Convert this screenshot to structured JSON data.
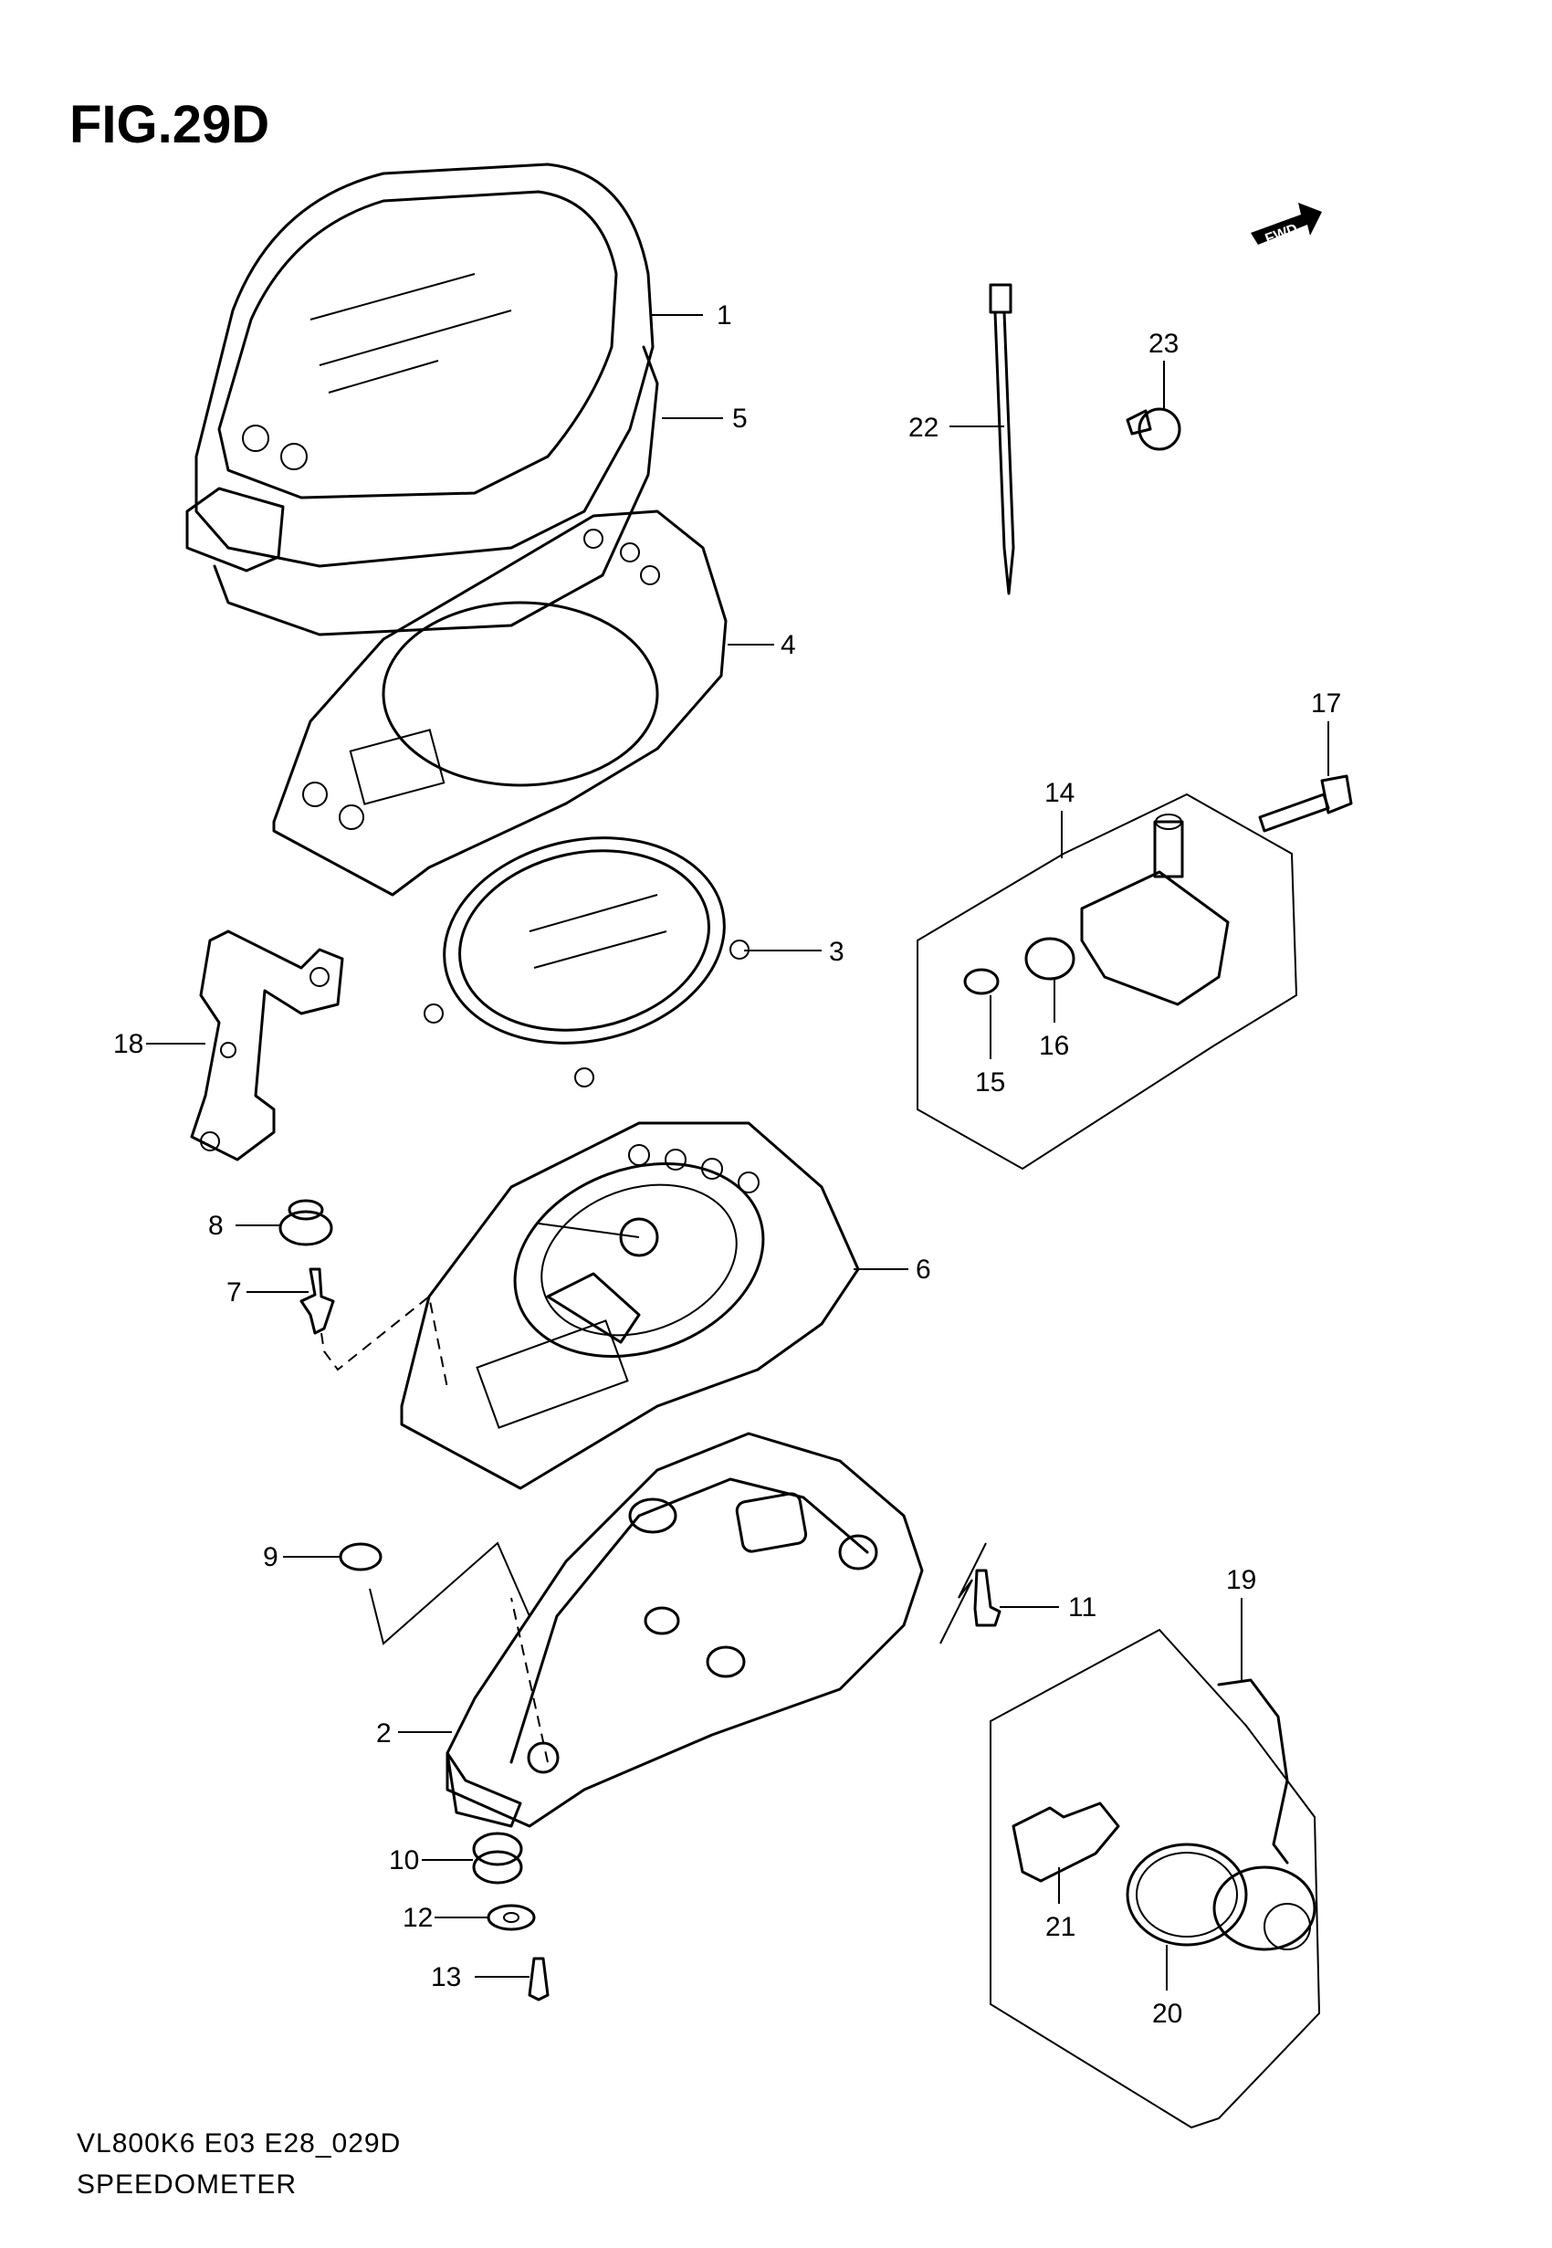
{
  "figure": {
    "title": "FIG.29D",
    "direction_marker": "FWD",
    "model_code": "VL800K6 E03 E28_029D",
    "caption": "SPEEDOMETER"
  },
  "callouts": [
    {
      "id": "c1",
      "label": "1"
    },
    {
      "id": "c2",
      "label": "2"
    },
    {
      "id": "c3",
      "label": "3"
    },
    {
      "id": "c4",
      "label": "4"
    },
    {
      "id": "c5",
      "label": "5"
    },
    {
      "id": "c6",
      "label": "6"
    },
    {
      "id": "c7",
      "label": "7"
    },
    {
      "id": "c8",
      "label": "8"
    },
    {
      "id": "c9",
      "label": "9"
    },
    {
      "id": "c10",
      "label": "10"
    },
    {
      "id": "c11",
      "label": "11"
    },
    {
      "id": "c12",
      "label": "12"
    },
    {
      "id": "c13",
      "label": "13"
    },
    {
      "id": "c14",
      "label": "14"
    },
    {
      "id": "c15",
      "label": "15"
    },
    {
      "id": "c16",
      "label": "16"
    },
    {
      "id": "c17",
      "label": "17"
    },
    {
      "id": "c18",
      "label": "18"
    },
    {
      "id": "c19",
      "label": "19"
    },
    {
      "id": "c20",
      "label": "20"
    },
    {
      "id": "c21",
      "label": "21"
    },
    {
      "id": "c22",
      "label": "22"
    },
    {
      "id": "c23",
      "label": "23"
    }
  ]
}
